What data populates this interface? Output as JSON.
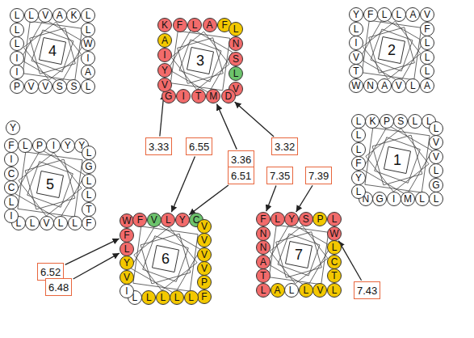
{
  "diagram": {
    "nodes": [
      {
        "text": [
          "4"
        ]
      },
      {
        "text": [
          "L"
        ],
        "in": 0
      },
      {
        "text": [
          "L"
        ],
        "in": 0
      },
      {
        "text": [
          "V"
        ],
        "in": 0
      },
      {
        "text": [
          "A"
        ],
        "in": 0
      },
      {
        "text": [
          "K"
        ],
        "in": 0
      },
      {
        "text": [
          "L"
        ],
        "in": 0
      },
      {
        "text": [
          "L"
        ],
        "in": 0
      },
      {
        "text": [
          "W"
        ],
        "in": 0
      },
      {
        "text": [
          "I"
        ],
        "in": 0
      },
      {
        "text": [
          "A"
        ],
        "in": 0
      },
      {
        "text": [
          "L"
        ],
        "in": 0
      },
      {
        "text": [
          "S"
        ],
        "in": 0
      },
      {
        "text": [
          "S"
        ],
        "in": 0
      },
      {
        "text": [
          "V"
        ],
        "in": 0
      },
      {
        "text": [
          "V"
        ],
        "in": 0
      },
      {
        "text": [
          "P"
        ],
        "in": 0
      },
      {
        "text": [
          "I"
        ],
        "in": 0
      },
      {
        "text": [
          "I"
        ],
        "in": 0
      },
      {
        "text": [
          "L"
        ],
        "in": 0
      },
      {
        "text": [
          "L"
        ],
        "in": 0
      },
      {
        "text": [
          "3"
        ]
      },
      {
        "text": [
          "K"
        ],
        "in": 21
      },
      {
        "text": [
          "F"
        ],
        "in": 21
      },
      {
        "text": [
          "L"
        ],
        "in": 21
      },
      {
        "text": [
          "A"
        ],
        "in": 21
      },
      {
        "text": [
          "F"
        ],
        "in": 21
      },
      {
        "text": [
          "L"
        ],
        "in": 21
      },
      {
        "text": [
          "N"
        ],
        "in": 21
      },
      {
        "text": [
          "S"
        ],
        "in": 21
      },
      {
        "text": [
          "L"
        ],
        "in": 21
      },
      {
        "text": [
          "V"
        ],
        "in": 21
      },
      {
        "text": [
          "D"
        ],
        "in": 21
      },
      {
        "text": [
          "M"
        ],
        "in": 21
      },
      {
        "text": [
          "T"
        ],
        "in": 21
      },
      {
        "text": [
          "I"
        ],
        "in": 21
      },
      {
        "text": [
          "G"
        ],
        "in": 21
      },
      {
        "text": [
          "V"
        ],
        "in": 21
      },
      {
        "text": [
          "Y"
        ],
        "in": 21
      },
      {
        "text": [
          "I"
        ],
        "in": 21
      },
      {
        "text": [
          "A"
        ],
        "in": 21
      },
      {
        "text": [
          "2"
        ]
      },
      {
        "text": [
          "Y"
        ],
        "in": 41
      },
      {
        "text": [
          "F"
        ],
        "in": 41
      },
      {
        "text": [
          "L"
        ],
        "in": 41
      },
      {
        "text": [
          "L"
        ],
        "in": 41
      },
      {
        "text": [
          "A"
        ],
        "in": 41
      },
      {
        "text": [
          "V"
        ],
        "in": 41
      },
      {
        "text": [
          "F"
        ],
        "in": 41
      },
      {
        "text": [
          "L"
        ],
        "in": 41
      },
      {
        "text": [
          "L"
        ],
        "in": 41
      },
      {
        "text": [
          "L"
        ],
        "in": 41
      },
      {
        "text": [
          "A"
        ],
        "in": 41
      },
      {
        "text": [
          "L"
        ],
        "in": 41
      },
      {
        "text": [
          "V"
        ],
        "in": 41
      },
      {
        "text": [
          "A"
        ],
        "in": 41
      },
      {
        "text": [
          "N"
        ],
        "in": 41
      },
      {
        "text": [
          "W"
        ],
        "in": 41
      },
      {
        "text": [
          "T"
        ],
        "in": 41
      },
      {
        "text": [
          "V"
        ],
        "in": 41
      },
      {
        "text": [
          "I"
        ],
        "in": 41
      },
      {
        "text": [
          "L"
        ],
        "in": 41
      },
      {
        "text": [
          "5"
        ]
      },
      {
        "text": [
          "F"
        ],
        "in": 62
      },
      {
        "text": [
          "L"
        ],
        "in": 62
      },
      {
        "text": [
          "P"
        ],
        "in": 62
      },
      {
        "text": [
          "I"
        ],
        "in": 62
      },
      {
        "text": [
          "Y"
        ],
        "in": 62
      },
      {
        "text": [
          "Y"
        ],
        "in": 62
      },
      {
        "text": [
          "L"
        ],
        "in": 62
      },
      {
        "text": [
          "G"
        ],
        "in": 62
      },
      {
        "text": [
          "L"
        ],
        "in": 62
      },
      {
        "text": [
          "L"
        ],
        "in": 62
      },
      {
        "text": [
          "T"
        ],
        "in": 62
      },
      {
        "text": [
          "F"
        ],
        "in": 62
      },
      {
        "text": [
          "L"
        ],
        "in": 62
      },
      {
        "text": [
          "L"
        ],
        "in": 62
      },
      {
        "text": [
          "V"
        ],
        "in": 62
      },
      {
        "text": [
          "L"
        ],
        "in": 62
      },
      {
        "text": [
          "L"
        ],
        "in": 62
      },
      {
        "text": [
          "I"
        ],
        "in": 62
      },
      {
        "text": [
          "L"
        ],
        "in": 62
      },
      {
        "text": [
          "C"
        ],
        "in": 62
      },
      {
        "text": [
          "C"
        ],
        "in": 62
      },
      {
        "text": [
          "I"
        ],
        "in": 62
      },
      {
        "text": [
          "Y"
        ]
      },
      {
        "text": [
          "1"
        ]
      },
      {
        "text": [
          "L"
        ],
        "in": 86
      },
      {
        "text": [
          "K"
        ],
        "in": 86
      },
      {
        "text": [
          "P"
        ],
        "in": 86
      },
      {
        "text": [
          "S"
        ],
        "in": 86
      },
      {
        "text": [
          "L"
        ],
        "in": 86
      },
      {
        "text": [
          "L"
        ],
        "in": 86
      },
      {
        "text": [
          "L"
        ],
        "in": 86
      },
      {
        "text": [
          "V"
        ],
        "in": 86
      },
      {
        "text": [
          "V"
        ],
        "in": 86
      },
      {
        "text": [
          "L"
        ],
        "in": 86
      },
      {
        "text": [
          "G"
        ],
        "in": 86
      },
      {
        "text": [
          "L"
        ],
        "in": 86
      },
      {
        "text": [
          "L"
        ],
        "in": 86
      },
      {
        "text": [
          "M"
        ],
        "in": 86
      },
      {
        "text": [
          "I"
        ],
        "in": 86
      },
      {
        "text": [
          "G"
        ],
        "in": 86
      },
      {
        "text": [
          "N"
        ],
        "in": 86
      },
      {
        "text": [
          "L"
        ],
        "in": 86
      },
      {
        "text": [
          "Y"
        ],
        "in": 86
      },
      {
        "text": [
          "F"
        ],
        "in": 86
      },
      {
        "text": [
          "L"
        ],
        "in": 86
      },
      {
        "text": [
          "L"
        ],
        "in": 86
      },
      {
        "text": [
          "6"
        ]
      },
      {
        "text": [
          "L"
        ],
        "in": 109
      },
      {
        "text": [
          "F"
        ],
        "in": 109
      },
      {
        "text": [
          "W"
        ],
        "in": 109
      },
      {
        "text": [
          "F"
        ],
        "in": 109
      },
      {
        "text": [
          "V"
        ],
        "in": 109
      },
      {
        "text": [
          "L"
        ],
        "in": 109
      },
      {
        "text": [
          "Y"
        ],
        "in": 109
      },
      {
        "text": [
          "C"
        ],
        "in": 109
      },
      {
        "text": [
          "V"
        ],
        "in": 109
      },
      {
        "text": [
          "V"
        ],
        "in": 109
      },
      {
        "text": [
          "V"
        ],
        "in": 109
      },
      {
        "text": [
          "V"
        ],
        "in": 109
      },
      {
        "text": [
          "P"
        ],
        "in": 109
      },
      {
        "text": [
          "F"
        ],
        "in": 109
      },
      {
        "text": [
          "L"
        ],
        "in": 109
      },
      {
        "text": [
          "L"
        ],
        "in": 109
      },
      {
        "text": [
          "L"
        ],
        "in": 109
      },
      {
        "text": [
          "L"
        ],
        "in": 109
      },
      {
        "text": [
          "L"
        ],
        "in": 109
      },
      {
        "text": [
          "I"
        ],
        "in": 109
      },
      {
        "text": [
          "V"
        ],
        "in": 109
      },
      {
        "text": [
          "Y"
        ],
        "in": 109
      },
      {
        "text": [
          "7"
        ]
      },
      {
        "text": [
          "F"
        ],
        "in": 132
      },
      {
        "text": [
          "L"
        ],
        "in": 132
      },
      {
        "text": [
          "Y"
        ],
        "in": 132
      },
      {
        "text": [
          "S"
        ],
        "in": 132
      },
      {
        "text": [
          "P"
        ],
        "in": 132
      },
      {
        "text": [
          "L"
        ],
        "in": 132
      },
      {
        "text": [
          "W"
        ],
        "in": 132
      },
      {
        "text": [
          "L"
        ],
        "in": 132
      },
      {
        "text": [
          "C"
        ],
        "in": 132
      },
      {
        "text": [
          "T"
        ],
        "in": 132
      },
      {
        "text": [
          "L"
        ],
        "in": 132
      },
      {
        "text": [
          "V"
        ],
        "in": 132
      },
      {
        "text": [
          "L"
        ],
        "in": 132
      },
      {
        "text": [
          "L"
        ],
        "in": 132
      },
      {
        "text": [
          "A"
        ],
        "in": 132
      },
      {
        "text": [
          "L"
        ],
        "in": 132
      },
      {
        "text": [
          "T"
        ],
        "in": 132
      },
      {
        "text": [
          "A"
        ],
        "in": 132
      },
      {
        "text": [
          "N"
        ],
        "in": 132
      },
      {
        "text": [
          "N"
        ],
        "in": 132
      },
      {
        "text": [
          "3.33"
        ]
      },
      {
        "text": [
          "6.55"
        ]
      },
      {
        "text": [
          "3.36"
        ]
      },
      {
        "text": [
          "3.32"
        ]
      },
      {
        "text": [
          "6.51"
        ]
      },
      {
        "text": [
          "7.35"
        ]
      },
      {
        "text": [
          "7.39"
        ]
      },
      {
        "text": [
          "6.52"
        ]
      },
      {
        "text": [
          "6.48"
        ]
      },
      {
        "text": [
          "7.43"
        ]
      }
    ],
    "edges": [
      {
        "from": 153,
        "to": 37,
        "arrow": "to"
      },
      {
        "from": 154,
        "to": 115,
        "arrow": "to"
      },
      {
        "from": 155,
        "to": 33,
        "arrow": "to"
      },
      {
        "from": 156,
        "to": 32,
        "arrow": "to"
      },
      {
        "from": 157,
        "to": 116,
        "arrow": "to"
      },
      {
        "from": 158,
        "to": 133,
        "arrow": "to"
      },
      {
        "from": 159,
        "to": 135,
        "arrow": "to"
      },
      {
        "from": 160,
        "to": 111,
        "arrow": "to"
      },
      {
        "from": 161,
        "to": 110,
        "arrow": "to"
      },
      {
        "from": 162,
        "to": 139,
        "arrow": "to"
      }
    ]
  }
}
